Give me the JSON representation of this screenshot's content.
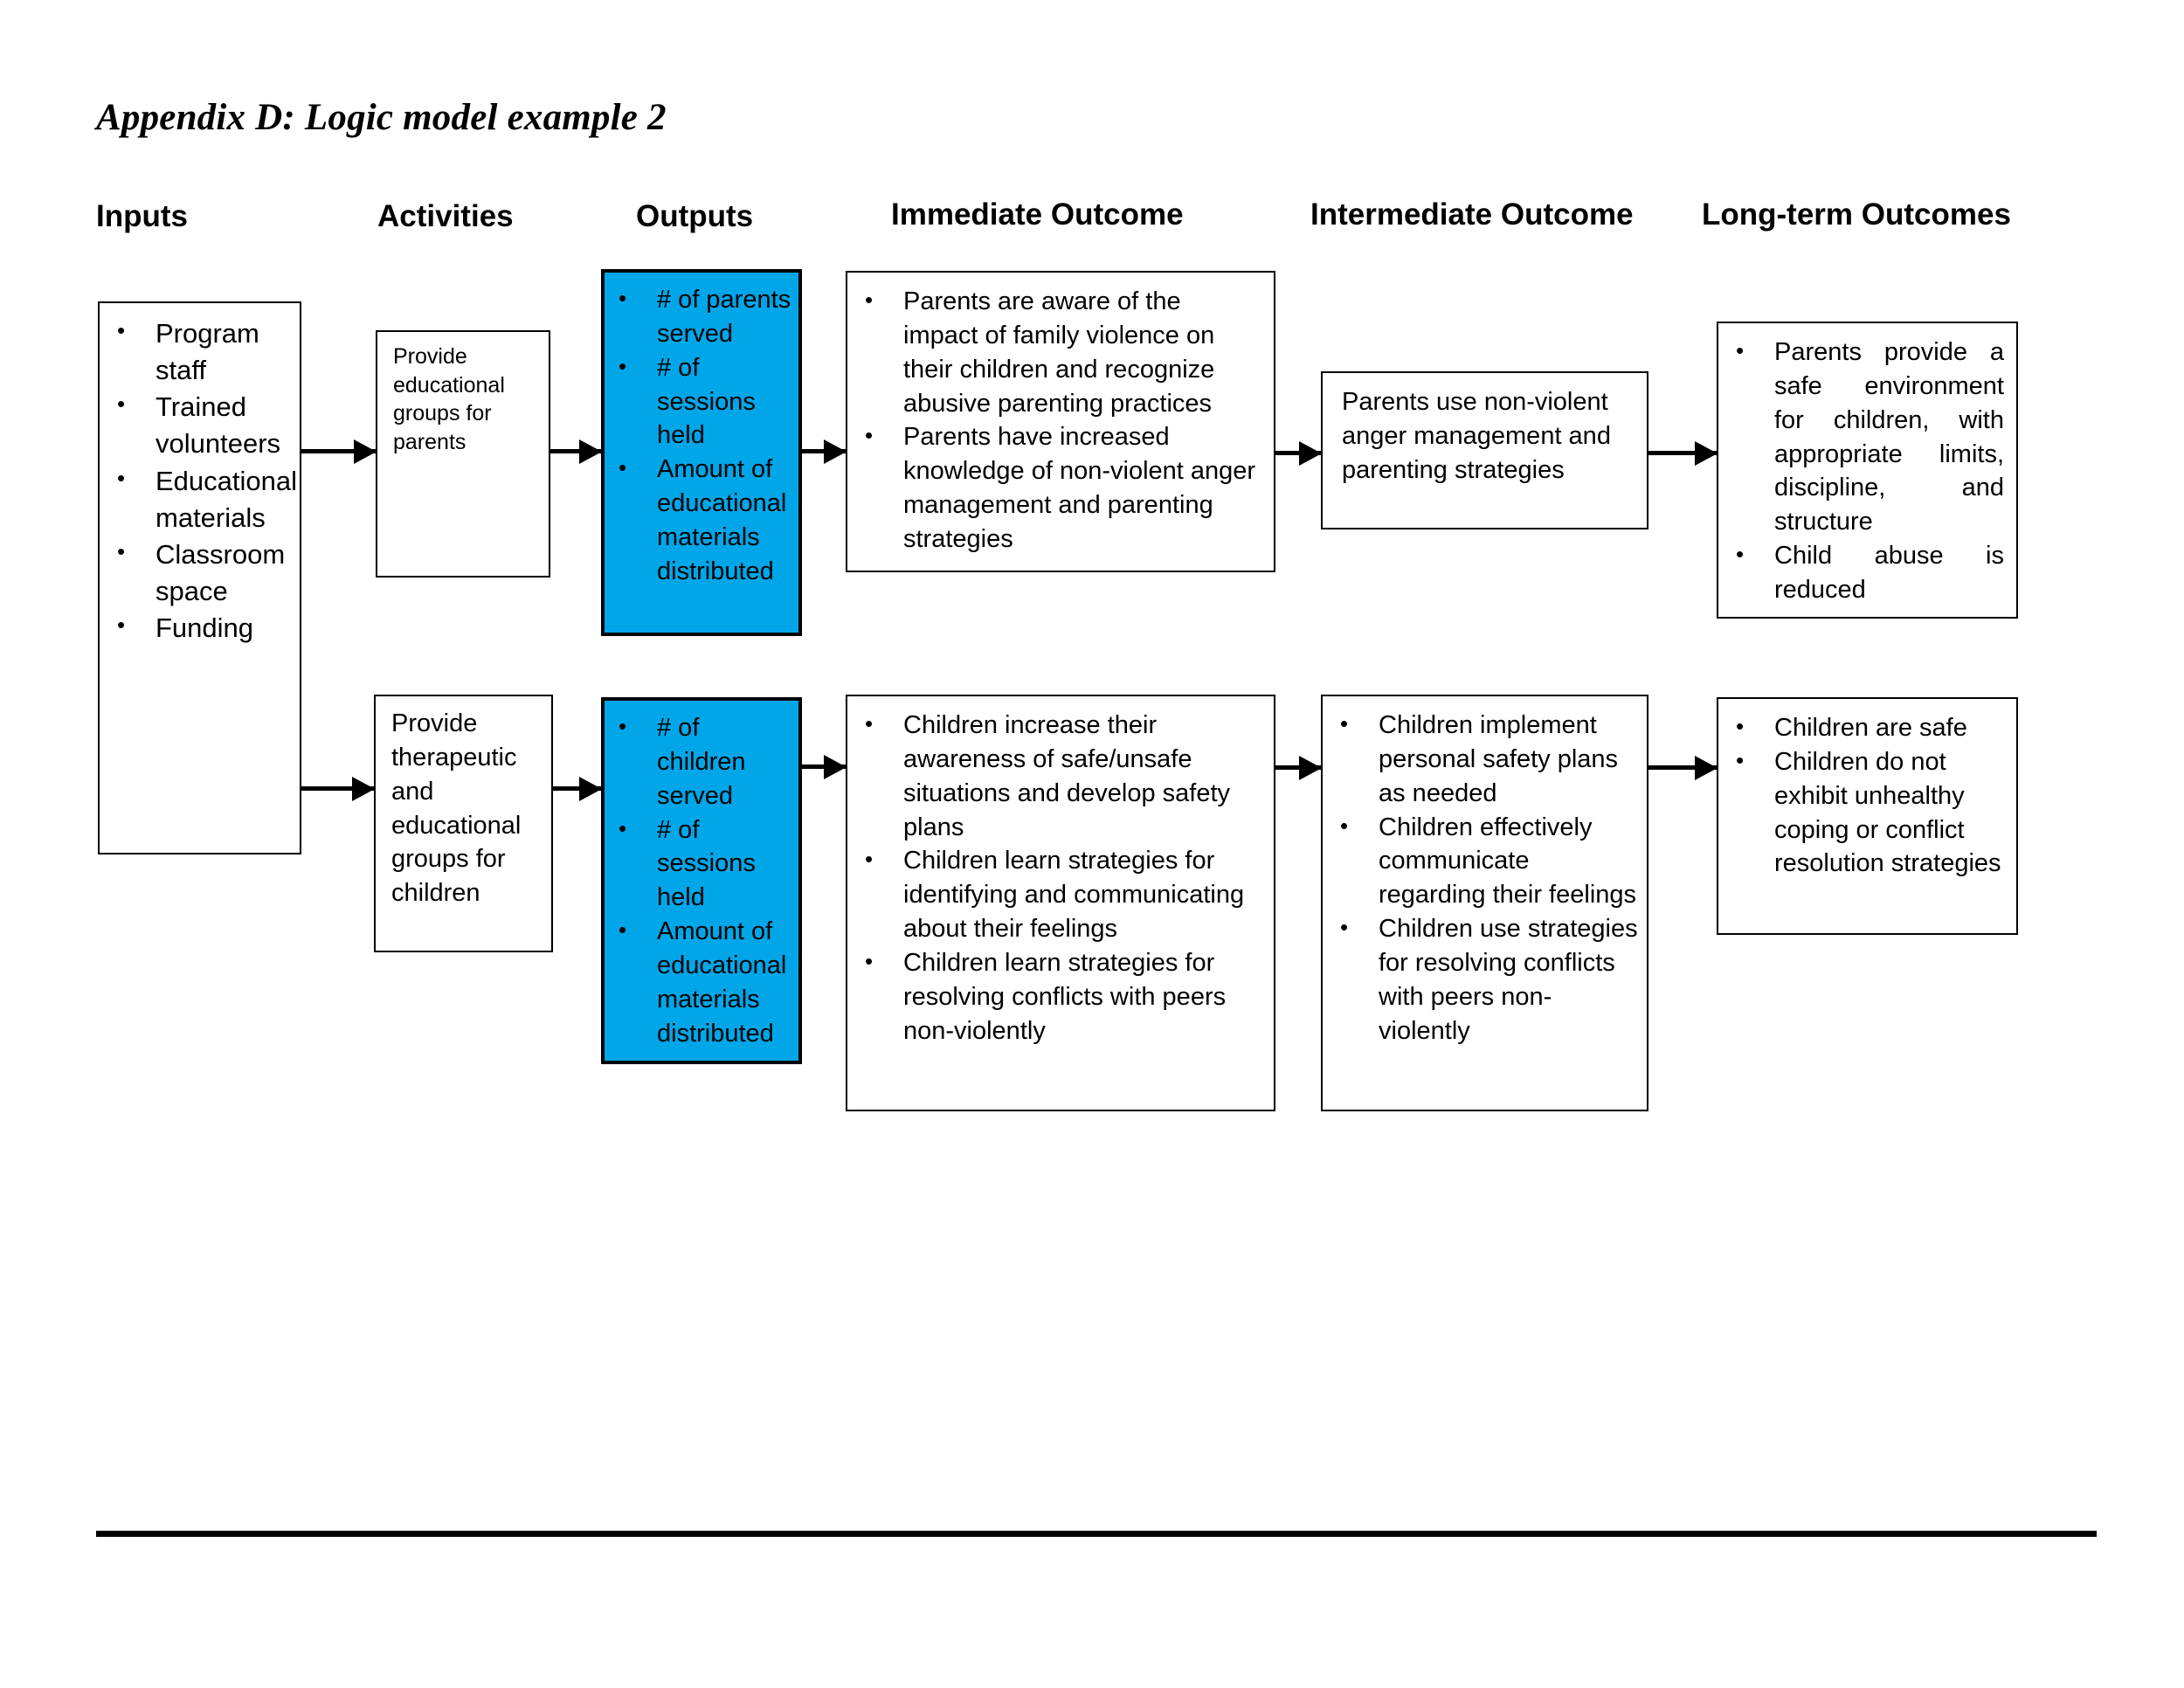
{
  "document": {
    "title": "Appendix D: Logic model example 2"
  },
  "colors": {
    "output_box_fill": "#00a6e8",
    "border": "#000000",
    "background": "#ffffff"
  },
  "columns": [
    {
      "id": "inputs",
      "label": "Inputs"
    },
    {
      "id": "activities",
      "label": "Activities"
    },
    {
      "id": "outputs",
      "label": "Outputs"
    },
    {
      "id": "immediate",
      "label": "Immediate Outcome"
    },
    {
      "id": "intermediate",
      "label": "Intermediate Outcome"
    },
    {
      "id": "longterm",
      "label": "Long-term Outcomes"
    }
  ],
  "boxes": {
    "inputs": {
      "column": "Inputs",
      "style": "bulleted",
      "items": [
        "Program staff",
        "Trained volunteers",
        "Educational materials",
        "Classroom space",
        "Funding"
      ]
    },
    "activities_parents": {
      "column": "Activities",
      "style": "paragraph",
      "text": "Provide educational groups for parents"
    },
    "activities_children": {
      "column": "Activities",
      "style": "paragraph",
      "text": "Provide therapeutic and educational groups for children"
    },
    "outputs_parents": {
      "column": "Outputs",
      "style": "bulleted",
      "highlight": true,
      "items": [
        "# of parents served",
        "# of sessions held",
        "Amount of educational materials distributed"
      ]
    },
    "outputs_children": {
      "column": "Outputs",
      "style": "bulleted",
      "highlight": true,
      "items": [
        "# of children served",
        "# of sessions held",
        "Amount of educational materials distributed"
      ]
    },
    "immediate_parents": {
      "column": "Immediate Outcome",
      "style": "bulleted",
      "items": [
        "Parents are aware of the impact of family violence on their children and recognize abusive parenting practices",
        "Parents have increased knowledge of non-violent anger management and parenting strategies"
      ]
    },
    "immediate_children": {
      "column": "Immediate Outcome",
      "style": "bulleted",
      "items": [
        "Children increase their awareness of safe/unsafe situations and develop safety plans",
        "Children learn strategies for identifying and communicating about their feelings",
        "Children learn strategies for resolving conflicts with peers non-violently"
      ]
    },
    "intermediate_parents": {
      "column": "Intermediate Outcome",
      "style": "paragraph",
      "text": "Parents use non-violent anger management and parenting strategies"
    },
    "intermediate_children": {
      "column": "Intermediate Outcome",
      "style": "bulleted",
      "items": [
        "Children implement personal safety plans as needed",
        "Children effectively communicate regarding their feelings",
        "Children use strategies for resolving conflicts with peers non-violently"
      ]
    },
    "longterm_parents": {
      "column": "Long-term Outcomes",
      "style": "bulleted",
      "items": [
        "Parents provide a safe environment for children, with appropriate limits, discipline, and structure",
        "Child abuse is reduced"
      ]
    },
    "longterm_children": {
      "column": "Long-term Outcomes",
      "style": "bulleted",
      "items": [
        "Children are safe",
        "Children do not exhibit unhealthy coping or conflict resolution strategies"
      ]
    }
  },
  "connectors": [
    {
      "from": "inputs",
      "to": "activities_parents"
    },
    {
      "from": "inputs",
      "to": "activities_children"
    },
    {
      "from": "activities_parents",
      "to": "outputs_parents"
    },
    {
      "from": "activities_children",
      "to": "outputs_children"
    },
    {
      "from": "outputs_parents",
      "to": "immediate_parents"
    },
    {
      "from": "outputs_children",
      "to": "immediate_children"
    },
    {
      "from": "immediate_parents",
      "to": "intermediate_parents"
    },
    {
      "from": "immediate_children",
      "to": "intermediate_children"
    },
    {
      "from": "intermediate_parents",
      "to": "longterm_parents"
    },
    {
      "from": "intermediate_children",
      "to": "longterm_children"
    }
  ]
}
